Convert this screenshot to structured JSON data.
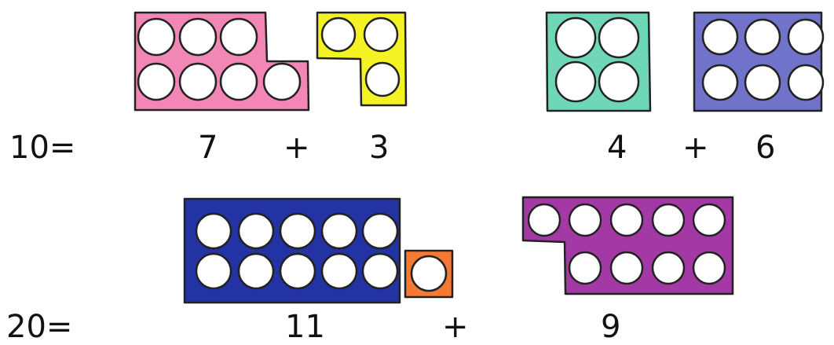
{
  "equations": [
    {
      "total": "10=",
      "left": "7",
      "plus": "+",
      "right": "3"
    },
    {
      "total": "",
      "left": "4",
      "plus": "+",
      "right": "6"
    },
    {
      "total": "20=",
      "left": "11",
      "plus": "+",
      "right": "9"
    }
  ],
  "shapes": [
    {
      "name": "pink-7-shape",
      "holes": 7,
      "color": "#f287b6"
    },
    {
      "name": "yellow-3-shape",
      "holes": 3,
      "color": "#f4f224"
    },
    {
      "name": "teal-4-shape",
      "holes": 4,
      "color": "#6fd6b8"
    },
    {
      "name": "lavender-6-shape",
      "holes": 6,
      "color": "#7073c9"
    },
    {
      "name": "blue-10-shape",
      "holes": 10,
      "color": "#2333a4"
    },
    {
      "name": "orange-1-shape",
      "holes": 1,
      "color": "#f47a33"
    },
    {
      "name": "purple-9-shape",
      "holes": 9,
      "color": "#a239a4"
    }
  ]
}
